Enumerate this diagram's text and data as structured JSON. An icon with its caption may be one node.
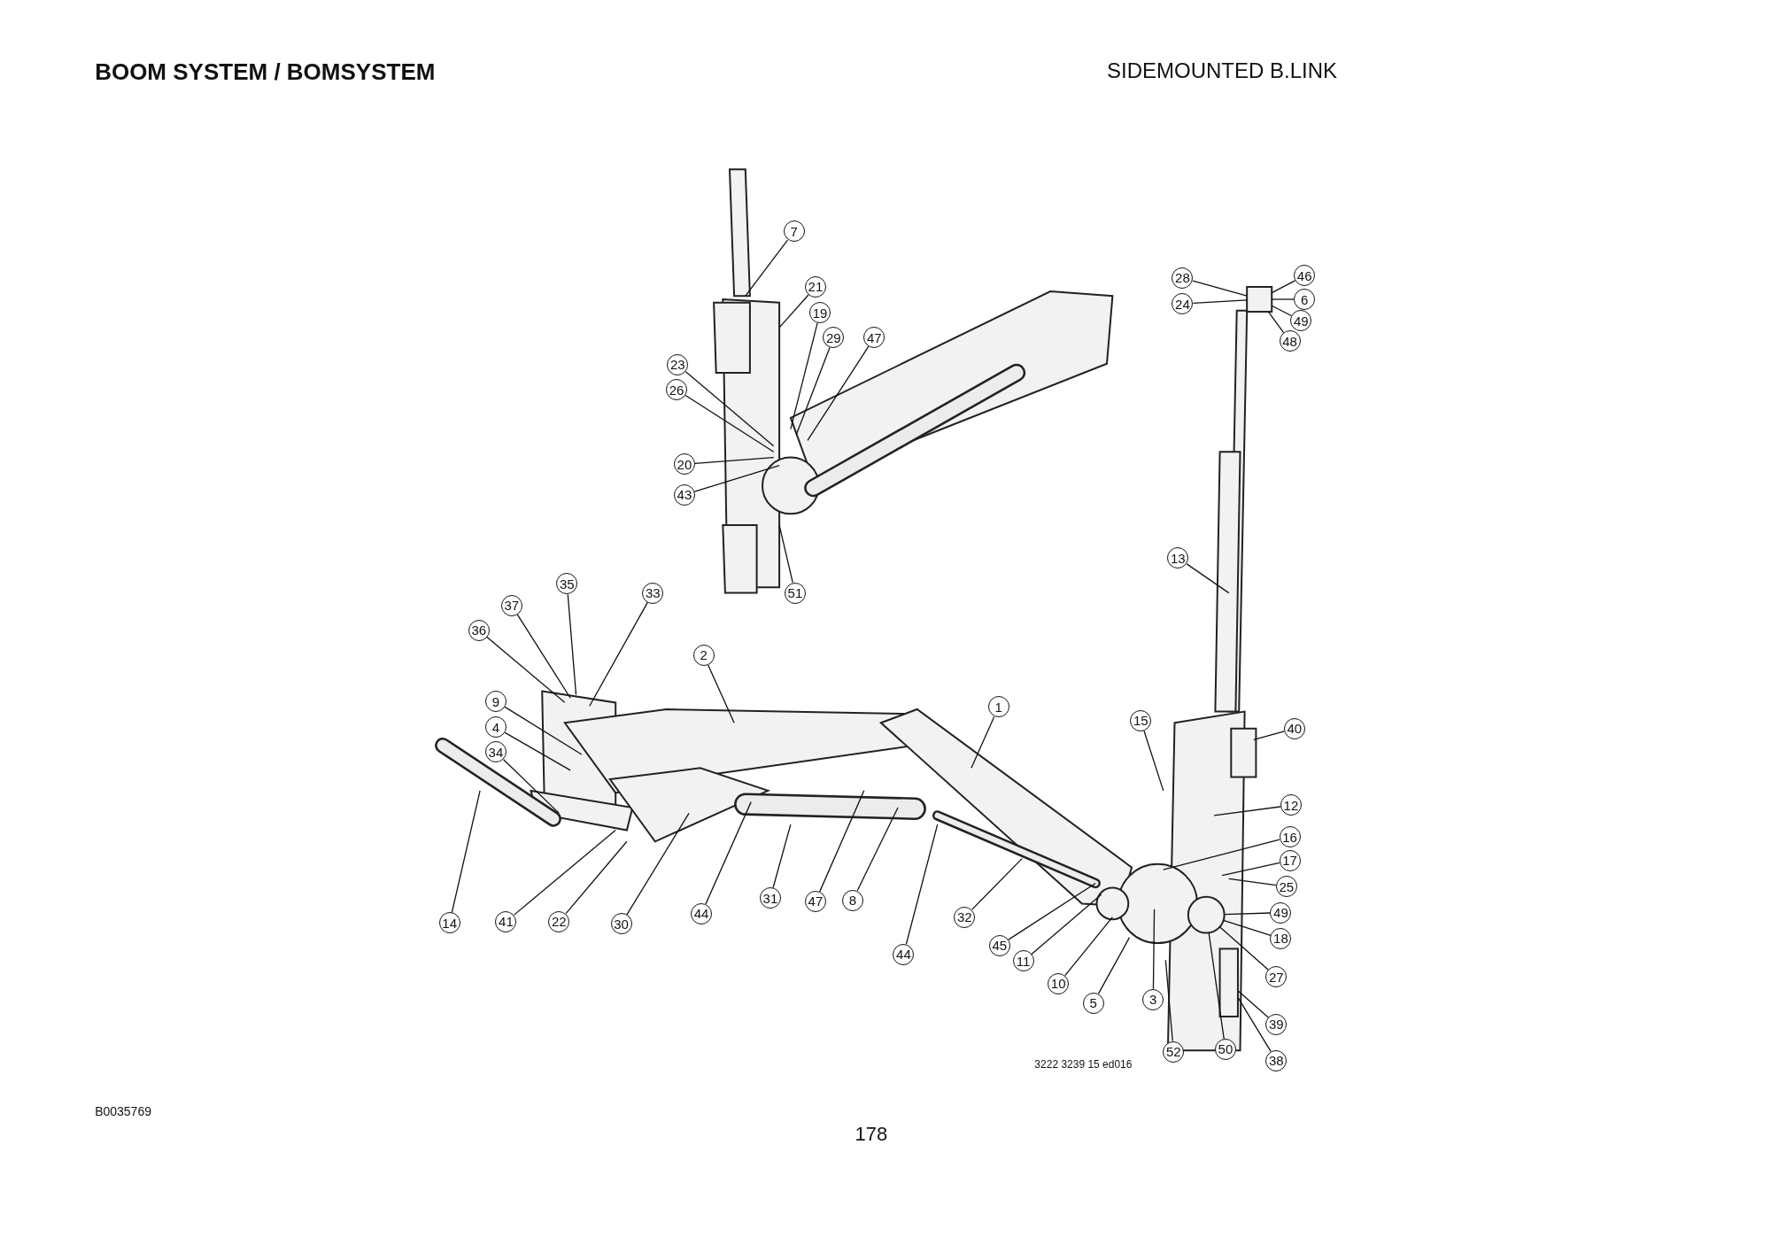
{
  "diagram": {
    "title": "BOOM SYSTEM / BOMSYSTEM",
    "nodes": [
      {
        "text": [
          "7"
        ]
      },
      {
        "text": [
          "21"
        ]
      },
      {
        "text": [
          "19"
        ]
      },
      {
        "text": [
          "29"
        ]
      },
      {
        "text": [
          "47"
        ]
      },
      {
        "text": [
          "23"
        ]
      },
      {
        "text": [
          "26"
        ]
      },
      {
        "text": [
          "20"
        ]
      },
      {
        "text": [
          "43"
        ]
      },
      {
        "text": [
          "51"
        ]
      },
      {
        "text": [
          "28"
        ]
      },
      {
        "text": [
          "24"
        ]
      },
      {
        "text": [
          "46"
        ]
      },
      {
        "text": [
          "6"
        ]
      },
      {
        "text": [
          "49"
        ]
      },
      {
        "text": [
          "48"
        ]
      },
      {
        "text": [
          "13"
        ]
      },
      {
        "text": [
          "35"
        ]
      },
      {
        "text": [
          "33"
        ]
      },
      {
        "text": [
          "37"
        ]
      },
      {
        "text": [
          "36"
        ]
      },
      {
        "text": [
          "2"
        ]
      },
      {
        "text": [
          "9"
        ]
      },
      {
        "text": [
          "4"
        ]
      },
      {
        "text": [
          "34"
        ]
      },
      {
        "text": [
          "1"
        ]
      },
      {
        "text": [
          "15"
        ]
      },
      {
        "text": [
          "40"
        ]
      },
      {
        "text": [
          "12"
        ]
      },
      {
        "text": [
          "16"
        ]
      },
      {
        "text": [
          "17"
        ]
      },
      {
        "text": [
          "25"
        ]
      },
      {
        "text": [
          "49"
        ]
      },
      {
        "text": [
          "18"
        ]
      },
      {
        "text": [
          "27"
        ]
      },
      {
        "text": [
          "39"
        ]
      },
      {
        "text": [
          "38"
        ]
      },
      {
        "text": [
          "50"
        ]
      },
      {
        "text": [
          "52"
        ]
      },
      {
        "text": [
          "3"
        ]
      },
      {
        "text": [
          "5"
        ]
      },
      {
        "text": [
          "10"
        ]
      },
      {
        "text": [
          "11"
        ]
      },
      {
        "text": [
          "45"
        ]
      },
      {
        "text": [
          "32"
        ]
      },
      {
        "text": [
          "44"
        ]
      },
      {
        "text": [
          "8"
        ]
      },
      {
        "text": [
          "47"
        ]
      },
      {
        "text": [
          "31"
        ]
      },
      {
        "text": [
          "44"
        ]
      },
      {
        "text": [
          "30"
        ]
      },
      {
        "text": [
          "22"
        ]
      },
      {
        "text": [
          "41"
        ]
      },
      {
        "text": [
          "14"
        ]
      },
      {
        "text": [],
        "shape": "box"
      },
      {
        "text": [],
        "shape": "box"
      },
      {
        "text": [],
        "shape": "circle"
      }
    ],
    "edges": [
      {
        "from": 0,
        "to": null,
        "arrow": "none"
      },
      {
        "from": 1,
        "to": null,
        "arrow": "none"
      },
      {
        "from": 2,
        "to": null,
        "arrow": "none"
      },
      {
        "from": 3,
        "to": null,
        "arrow": "none"
      },
      {
        "from": 4,
        "to": null,
        "arrow": "none"
      },
      {
        "from": 5,
        "to": null,
        "arrow": "none"
      },
      {
        "from": 6,
        "to": null,
        "arrow": "none"
      },
      {
        "from": 7,
        "to": null,
        "arrow": "none"
      },
      {
        "from": 8,
        "to": null,
        "arrow": "none"
      },
      {
        "from": 9,
        "to": null,
        "arrow": "none"
      },
      {
        "from": 10,
        "to": 54,
        "arrow": "none"
      },
      {
        "from": 11,
        "to": 54,
        "arrow": "none"
      },
      {
        "from": 12,
        "to": 54,
        "arrow": "none"
      },
      {
        "from": 13,
        "to": 54,
        "arrow": "none"
      },
      {
        "from": 14,
        "to": 54,
        "arrow": "none"
      },
      {
        "from": 15,
        "to": 54,
        "arrow": "none"
      },
      {
        "from": 16,
        "to": null,
        "arrow": "none"
      },
      {
        "from": 17,
        "to": null,
        "arrow": "none"
      },
      {
        "from": 18,
        "to": null,
        "arrow": "none"
      },
      {
        "from": 19,
        "to": null,
        "arrow": "none"
      },
      {
        "from": 20,
        "to": null,
        "arrow": "none"
      },
      {
        "from": 21,
        "to": null,
        "arrow": "none"
      },
      {
        "from": 22,
        "to": null,
        "arrow": "none"
      },
      {
        "from": 23,
        "to": null,
        "arrow": "none"
      },
      {
        "from": 24,
        "to": null,
        "arrow": "none"
      },
      {
        "from": 25,
        "to": null,
        "arrow": "none"
      },
      {
        "from": 26,
        "to": null,
        "arrow": "none"
      },
      {
        "from": 27,
        "to": null,
        "arrow": "none"
      },
      {
        "from": 28,
        "to": null,
        "arrow": "none"
      },
      {
        "from": 29,
        "to": null,
        "arrow": "none"
      },
      {
        "from": 30,
        "to": null,
        "arrow": "none"
      },
      {
        "from": 31,
        "to": null,
        "arrow": "none"
      },
      {
        "from": 32,
        "to": 56,
        "arrow": "none"
      },
      {
        "from": 33,
        "to": 56,
        "arrow": "none"
      },
      {
        "from": 34,
        "to": 56,
        "arrow": "none"
      },
      {
        "from": 35,
        "to": 55,
        "arrow": "none"
      },
      {
        "from": 36,
        "to": 55,
        "arrow": "none"
      },
      {
        "from": 37,
        "to": 56,
        "arrow": "none"
      },
      {
        "from": 38,
        "to": null,
        "arrow": "none"
      },
      {
        "from": 39,
        "to": null,
        "arrow": "none"
      },
      {
        "from": 40,
        "to": null,
        "arrow": "none"
      },
      {
        "from": 41,
        "to": null,
        "arrow": "none"
      },
      {
        "from": 42,
        "to": null,
        "arrow": "none"
      },
      {
        "from": 43,
        "to": null,
        "arrow": "none"
      },
      {
        "from": 44,
        "to": null,
        "arrow": "none"
      },
      {
        "from": 45,
        "to": null,
        "arrow": "none"
      },
      {
        "from": 46,
        "to": null,
        "arrow": "none"
      },
      {
        "from": 47,
        "to": null,
        "arrow": "none"
      },
      {
        "from": 48,
        "to": null,
        "arrow": "none"
      },
      {
        "from": 49,
        "to": null,
        "arrow": "none"
      },
      {
        "from": 50,
        "to": null,
        "arrow": "none"
      },
      {
        "from": 51,
        "to": null,
        "arrow": "none"
      },
      {
        "from": 52,
        "to": null,
        "arrow": "none"
      },
      {
        "from": 53,
        "to": null,
        "arrow": "none"
      }
    ],
    "labels": [
      "SIDEMOUNTED B.LINK",
      "3222 3239 15 ed016",
      "B0035769",
      "178"
    ]
  }
}
